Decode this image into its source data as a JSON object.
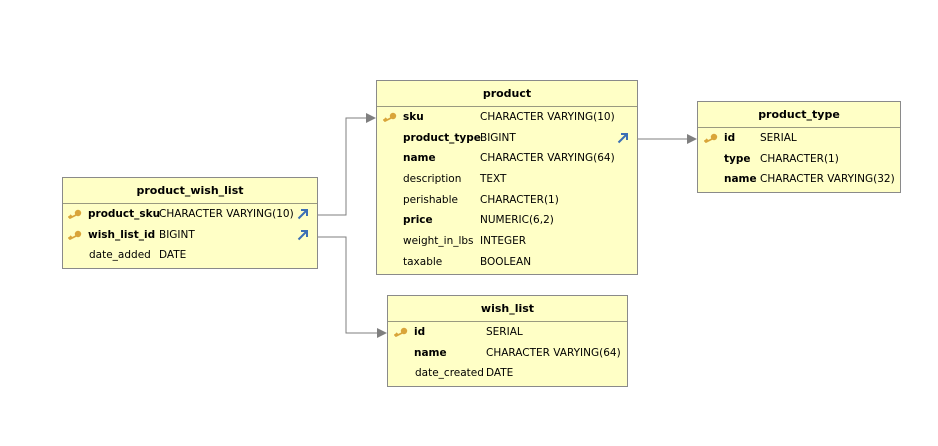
{
  "tables": {
    "product_wish_list": {
      "title": "product_wish_list",
      "columns": [
        {
          "name": "product_sku",
          "type": "CHARACTER VARYING(10)",
          "pk": true,
          "fk": true
        },
        {
          "name": "wish_list_id",
          "type": "BIGINT",
          "pk": true,
          "fk": true
        },
        {
          "name": "date_added",
          "type": "DATE",
          "pk": false,
          "fk": false
        }
      ]
    },
    "product": {
      "title": "product",
      "columns": [
        {
          "name": "sku",
          "type": "CHARACTER VARYING(10)",
          "pk": true,
          "fk": false
        },
        {
          "name": "product_type",
          "type": "BIGINT",
          "pk": false,
          "fk": true,
          "required": true
        },
        {
          "name": "name",
          "type": "CHARACTER VARYING(64)",
          "pk": false,
          "fk": false,
          "required": true
        },
        {
          "name": "description",
          "type": "TEXT",
          "pk": false,
          "fk": false
        },
        {
          "name": "perishable",
          "type": "CHARACTER(1)",
          "pk": false,
          "fk": false
        },
        {
          "name": "price",
          "type": "NUMERIC(6,2)",
          "pk": false,
          "fk": false,
          "required": true
        },
        {
          "name": "weight_in_lbs",
          "type": "INTEGER",
          "pk": false,
          "fk": false
        },
        {
          "name": "taxable",
          "type": "BOOLEAN",
          "pk": false,
          "fk": false
        }
      ]
    },
    "product_type": {
      "title": "product_type",
      "columns": [
        {
          "name": "id",
          "type": "SERIAL",
          "pk": true,
          "fk": false
        },
        {
          "name": "type",
          "type": "CHARACTER(1)",
          "pk": false,
          "fk": false,
          "required": true
        },
        {
          "name": "name",
          "type": "CHARACTER VARYING(32)",
          "pk": false,
          "fk": false,
          "required": true
        }
      ]
    },
    "wish_list": {
      "title": "wish_list",
      "columns": [
        {
          "name": "id",
          "type": "SERIAL",
          "pk": true,
          "fk": false
        },
        {
          "name": "name",
          "type": "CHARACTER VARYING(64)",
          "pk": false,
          "fk": false,
          "required": true
        },
        {
          "name": "date_created",
          "type": "DATE",
          "pk": false,
          "fk": false
        }
      ]
    }
  },
  "colors": {
    "entity_fill": "#ffffc6",
    "entity_border": "#8a8a8a",
    "key_icon": "#d9a53a",
    "fk_arrow": "#3c6fb5",
    "connector": "#7f7f7f"
  },
  "icons": {
    "primary_key": "key-icon",
    "foreign_key": "fk-arrow-icon"
  },
  "relationships": [
    {
      "from": "product_wish_list.product_sku",
      "to": "product.sku"
    },
    {
      "from": "product_wish_list.wish_list_id",
      "to": "wish_list.id"
    },
    {
      "from": "product.product_type",
      "to": "product_type.id"
    }
  ]
}
